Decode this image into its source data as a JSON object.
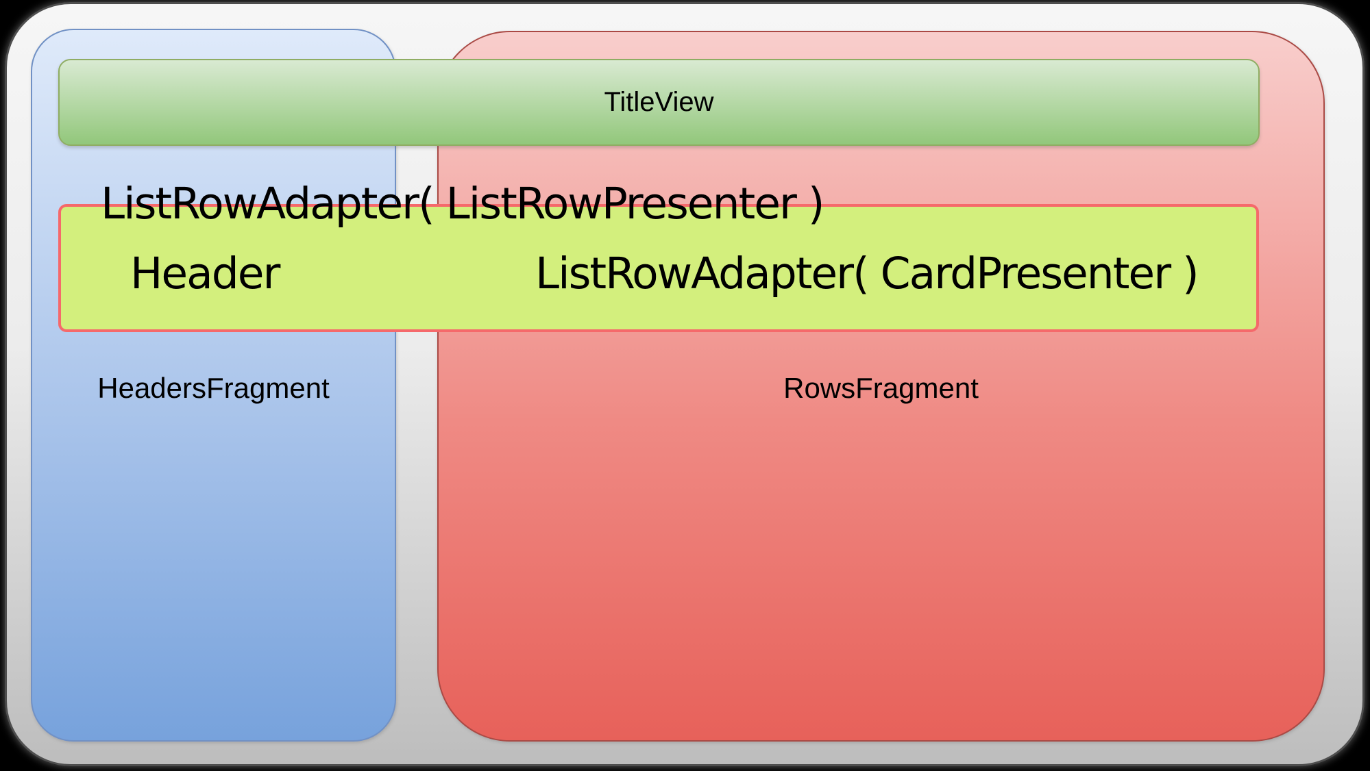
{
  "diagram": {
    "title_bar": {
      "label": "TitleView"
    },
    "headers_fragment": {
      "label": "HeadersFragment"
    },
    "rows_fragment": {
      "label": "RowsFragment"
    },
    "row_adapter_text": "ListRowAdapter( ListRowPresenter )",
    "row_strip": {
      "header_label": "Header",
      "card_adapter_text": "ListRowAdapter( CardPresenter )"
    }
  },
  "colors": {
    "outer_top": "#f6f6f6",
    "outer_bottom": "#bdbdbd",
    "outer_border": "#4e4e4e",
    "blue_top": "#dfeafa",
    "blue_bottom": "#77a2dc",
    "blue_border": "#7191c5",
    "red_top": "#f8cecc",
    "red_bottom": "#e7615a",
    "red_border": "#aa4a45",
    "green_top": "#d9ead2",
    "green_bottom": "#92c77b",
    "green_border": "#8fad63",
    "yellow_fill": "#d3ef7d",
    "yellow_border": "#f5696b"
  }
}
